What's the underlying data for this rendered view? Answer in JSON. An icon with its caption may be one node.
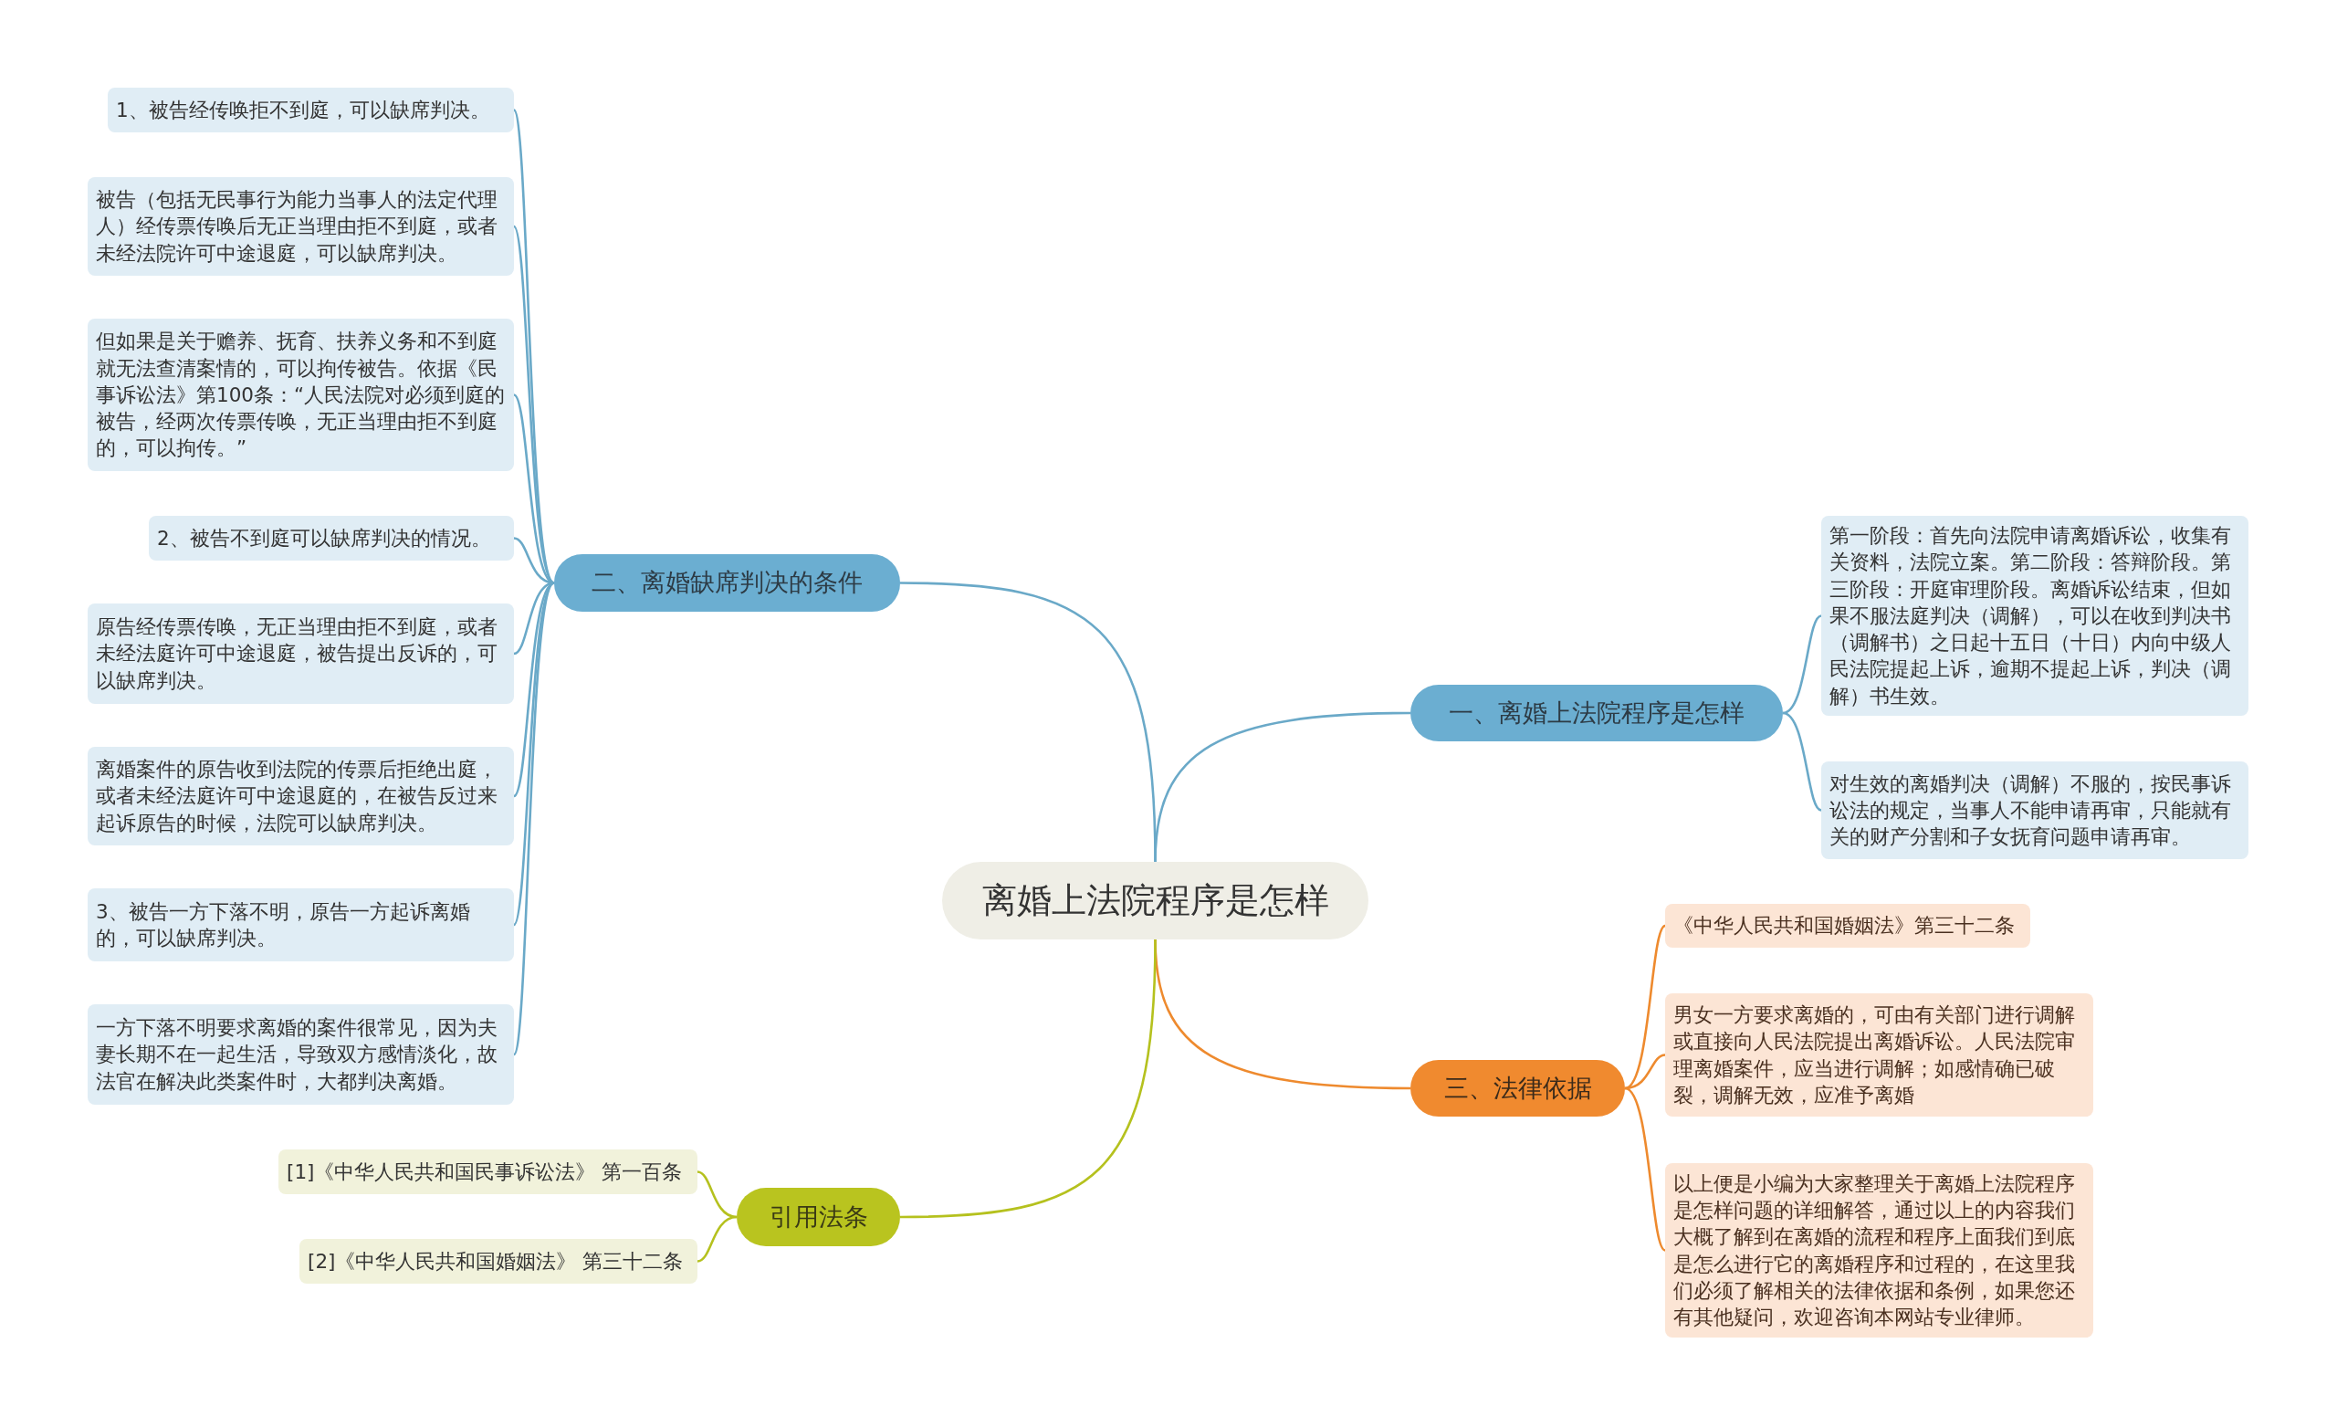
{
  "diagram": {
    "nodes": [
      {
        "text": [
          "离婚上法院程序是怎样"
        ]
      },
      {
        "text": [
          "一、离婚上法院程序是怎样"
        ]
      },
      {
        "text": [
          "第一阶段：首先向法院申请离婚诉讼，收集有关资料，法院立案。第二阶段：答辩阶段。第三阶段：开庭审理阶段。离婚诉讼结束，但如果不服法庭判决（调解），可以在收到判决书（调解书）之日起十五日（十日）内向中级人民法院提起上诉，逾期不提起上诉，判决（调解）书生效。"
        ]
      },
      {
        "text": [
          "对生效的离婚判决（调解）不服的，按民事诉讼法的规定，当事人不能申请再审，只能就有关的财产分割和子女抚育问题申请再审。"
        ]
      },
      {
        "text": [
          "二、离婚缺席判决的条件"
        ]
      },
      {
        "text": [
          "1、被告经传唤拒不到庭，可以缺席判决。"
        ]
      },
      {
        "text": [
          "被告（包括无民事行为能力当事人的法定代理人）经传票传唤后无正当理由拒不到庭，或者未经法院许可中途退庭，可以缺席判决。"
        ]
      },
      {
        "text": [
          "但如果是关于赡养、抚育、扶养义务和不到庭就无法查清案情的，可以拘传被告。依据《民事诉讼法》第100条：“人民法院对必须到庭的被告，经两次传票传唤，无正当理由拒不到庭的，可以拘传。”"
        ]
      },
      {
        "text": [
          "2、被告不到庭可以缺席判决的情况。"
        ]
      },
      {
        "text": [
          "原告经传票传唤，无正当理由拒不到庭，或者未经法庭许可中途退庭，被告提出反诉的，可以缺席判决。"
        ]
      },
      {
        "text": [
          "离婚案件的原告收到法院的传票后拒绝出庭，或者未经法庭许可中途退庭的，在被告反过来起诉原告的时候，法院可以缺席判决。"
        ]
      },
      {
        "text": [
          "3、被告一方下落不明，原告一方起诉离婚的，可以缺席判决。"
        ]
      },
      {
        "text": [
          "一方下落不明要求离婚的案件很常见，因为夫妻长期不在一起生活，导致双方感情淡化，故法官在解决此类案件时，大都判决离婚。"
        ]
      },
      {
        "text": [
          "三、法律依据"
        ]
      },
      {
        "text": [
          "《中华人民共和国婚姻法》第三十二条"
        ]
      },
      {
        "text": [
          "男女一方要求离婚的，可由有关部门进行调解或直接向人民法院提出离婚诉讼。人民法院审理离婚案件，应当进行调解；如感情确已破裂，调解无效，应准予离婚"
        ]
      },
      {
        "text": [
          "以上便是小编为大家整理关于离婚上法院程序是怎样问题的详细解答，通过以上的内容我们大概了解到在离婚的流程和程序上面我们到底是怎么进行它的离婚程序和过程的，在这里我们必须了解相关的法律依据和条例，如果您还有其他疑问，欢迎咨询本网站专业律师。"
        ]
      },
      {
        "text": [
          "引用法条"
        ]
      },
      {
        "text": [
          "[1]《中华人民共和国民事诉讼法》 第一百条"
        ]
      },
      {
        "text": [
          "[2]《中华人民共和国婚姻法》 第三十二条"
        ]
      }
    ],
    "edges": [
      {
        "from": 0,
        "to": 1,
        "arrow": "none"
      },
      {
        "from": 1,
        "to": 2,
        "arrow": "none"
      },
      {
        "from": 1,
        "to": 3,
        "arrow": "none"
      },
      {
        "from": 0,
        "to": 4,
        "arrow": "none"
      },
      {
        "from": 4,
        "to": 5,
        "arrow": "none"
      },
      {
        "from": 4,
        "to": 6,
        "arrow": "none"
      },
      {
        "from": 4,
        "to": 7,
        "arrow": "none"
      },
      {
        "from": 4,
        "to": 8,
        "arrow": "none"
      },
      {
        "from": 4,
        "to": 9,
        "arrow": "none"
      },
      {
        "from": 4,
        "to": 10,
        "arrow": "none"
      },
      {
        "from": 4,
        "to": 11,
        "arrow": "none"
      },
      {
        "from": 4,
        "to": 12,
        "arrow": "none"
      },
      {
        "from": 0,
        "to": 13,
        "arrow": "none",
        "color": "#ee8a2e"
      },
      {
        "from": 13,
        "to": 14,
        "arrow": "none",
        "color": "#ee8a2e"
      },
      {
        "from": 13,
        "to": 15,
        "arrow": "none",
        "color": "#ee8a2e"
      },
      {
        "from": 13,
        "to": 16,
        "arrow": "none",
        "color": "#ee8a2e"
      },
      {
        "from": 0,
        "to": 17,
        "arrow": "none",
        "color": "#b5c11e"
      },
      {
        "from": 17,
        "to": 18,
        "arrow": "none",
        "color": "#b5c11e"
      },
      {
        "from": 17,
        "to": 19,
        "arrow": "none",
        "color": "#b5c11e"
      }
    ]
  }
}
